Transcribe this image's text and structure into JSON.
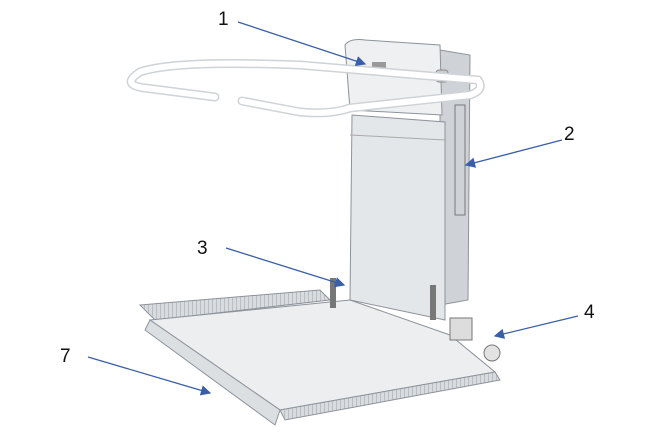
{
  "callouts": [
    {
      "number": "1"
    },
    {
      "number": "2"
    },
    {
      "number": "3"
    },
    {
      "number": "4"
    },
    {
      "number": "7"
    }
  ],
  "colors": {
    "arrow": "#3a5ea8",
    "body": "#e9ebee",
    "edge": "#9aa0a8"
  }
}
